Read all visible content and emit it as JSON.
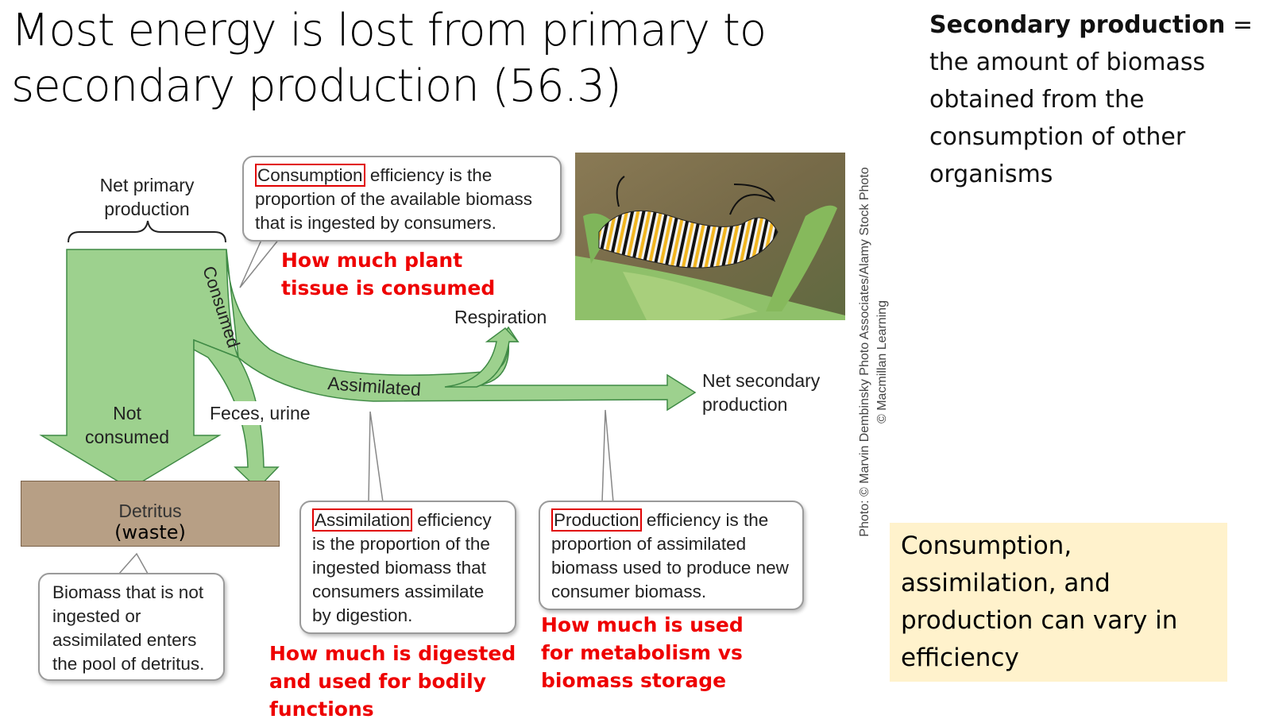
{
  "slide": {
    "title": "Most energy is lost from primary to secondary production (56.3)",
    "definition": {
      "term": "Secondary production",
      "equals": " =",
      "text": "the amount of biomass obtained from the consumption of other organisms"
    },
    "summary_box": {
      "text": "Consumption, assimilation, and production can vary in efficiency",
      "background": "#fff2cc"
    },
    "photo_credit": {
      "line1": "Photo: © Marvin Dembinsky Photo Associates/Alamy Stock Photo",
      "line2": "© Macmillan Learning"
    }
  },
  "diagram": {
    "colors": {
      "flow_fill": "#9dd18e",
      "flow_stroke": "#3f8a45",
      "detritus_fill": "#b79f85",
      "highlight": "#e00000",
      "annotation": "#ee0000"
    },
    "labels": {
      "net_primary_production": "Net primary production",
      "consumed": "Consumed",
      "not_consumed": "Not consumed",
      "feces_urine": "Feces, urine",
      "assimilated": "Assimilated",
      "respiration": "Respiration",
      "net_secondary_production": "Net secondary production",
      "detritus": "Detritus",
      "waste": "(waste)"
    },
    "callouts": {
      "consumption": {
        "keyword": "Consumption",
        "text": " efficiency is the proportion of the available biomass that is ingested by consumers."
      },
      "assimilation": {
        "keyword": "Assimilation",
        "text": " efficiency is the proportion of the ingested biomass that consumers assimilate by digestion."
      },
      "production": {
        "keyword": "Production",
        "text": " efficiency is the proportion of assimilated biomass used to produce new consumer biomass."
      },
      "detritus": {
        "text": "Biomass that is not ingested or assimilated enters the pool of detritus."
      }
    },
    "annotations": {
      "consumption": "How much plant tissue is consumed",
      "assimilation": "How much is digested and used for bodily functions",
      "production": "How much is used for metabolism vs biomass storage"
    },
    "photo": {
      "subject": "monarch caterpillar on milkweed leaf"
    }
  }
}
